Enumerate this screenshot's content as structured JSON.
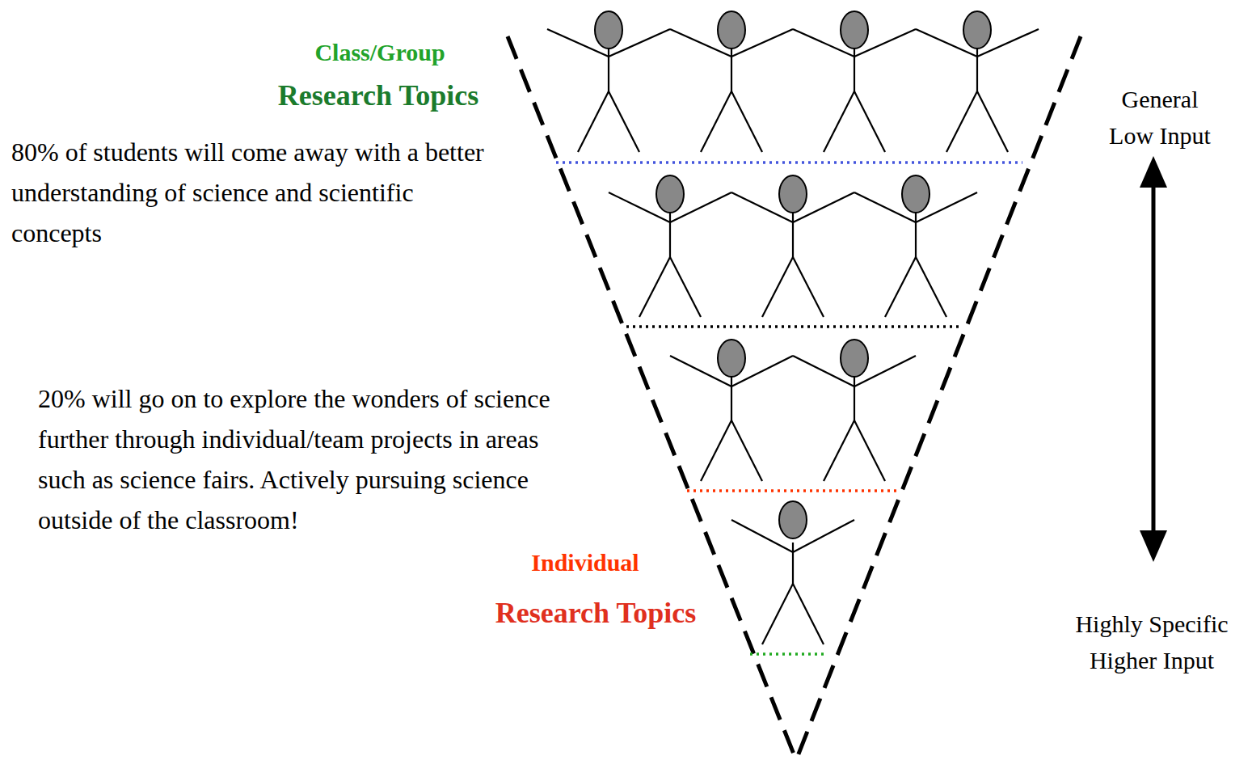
{
  "diagram": {
    "labels": [
      "Class/Group",
      "Research Topics",
      "80% of students will come away with a better understanding of science and scientific concepts",
      "20% will go on to explore the wonders of science further through individual/team projects in areas such as science fairs. Actively pursuing science outside of the classroom!",
      "Individual",
      "Research Topics",
      "General Low Input",
      "Highly Specific Higher Input"
    ]
  }
}
